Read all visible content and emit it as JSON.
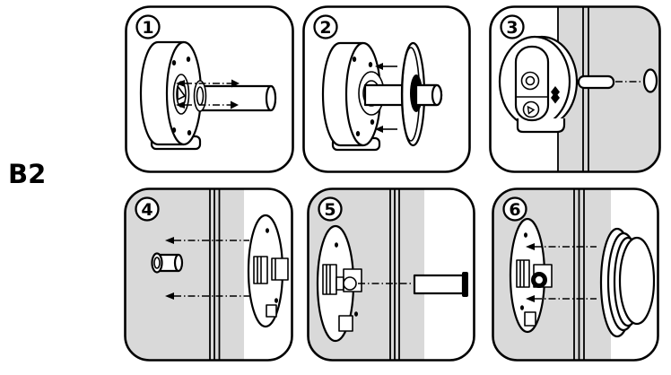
{
  "figure_label": "B2",
  "steps": [
    {
      "number": "1",
      "illustration": "spindle-tube-inserted-into-lock-body"
    },
    {
      "number": "2",
      "illustration": "rosette-plate-fitted-onto-lock-body"
    },
    {
      "number": "3",
      "illustration": "lock-mounted-on-door-spindle-through-hole"
    },
    {
      "number": "4",
      "illustration": "mounting-plate-aligned-with-door-spindle"
    },
    {
      "number": "5",
      "illustration": "connecting-bolt-inserted-through-door"
    },
    {
      "number": "6",
      "illustration": "cover-dome-attached-to-mounting-plate"
    }
  ],
  "colors": {
    "background": "#ffffff",
    "door_fill": "#d9d9d9",
    "line": "#000000"
  }
}
